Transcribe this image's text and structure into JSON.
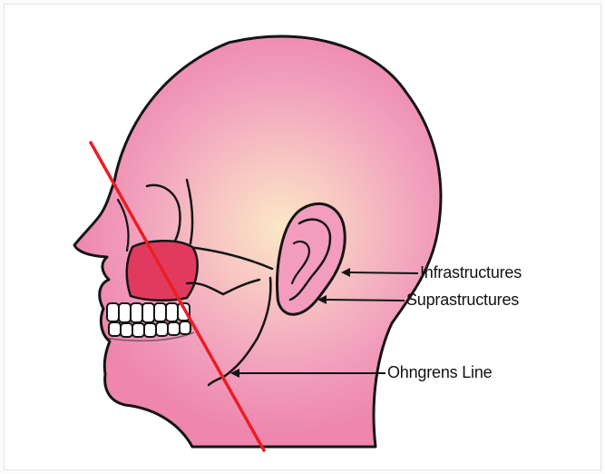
{
  "labels": {
    "infrastructures": "Infrastructures",
    "suprastructures": "Suprastructures",
    "ohngrens_line": "Ohngrens Line"
  },
  "colors": {
    "skin_outer": "#f08ab0",
    "skin_inner_glow": "#fbe6c4",
    "outline": "#141414",
    "maxillary_sinus": "#e23a5e",
    "ohngren_line": "#ee1c24",
    "teeth": "#ffffff"
  }
}
